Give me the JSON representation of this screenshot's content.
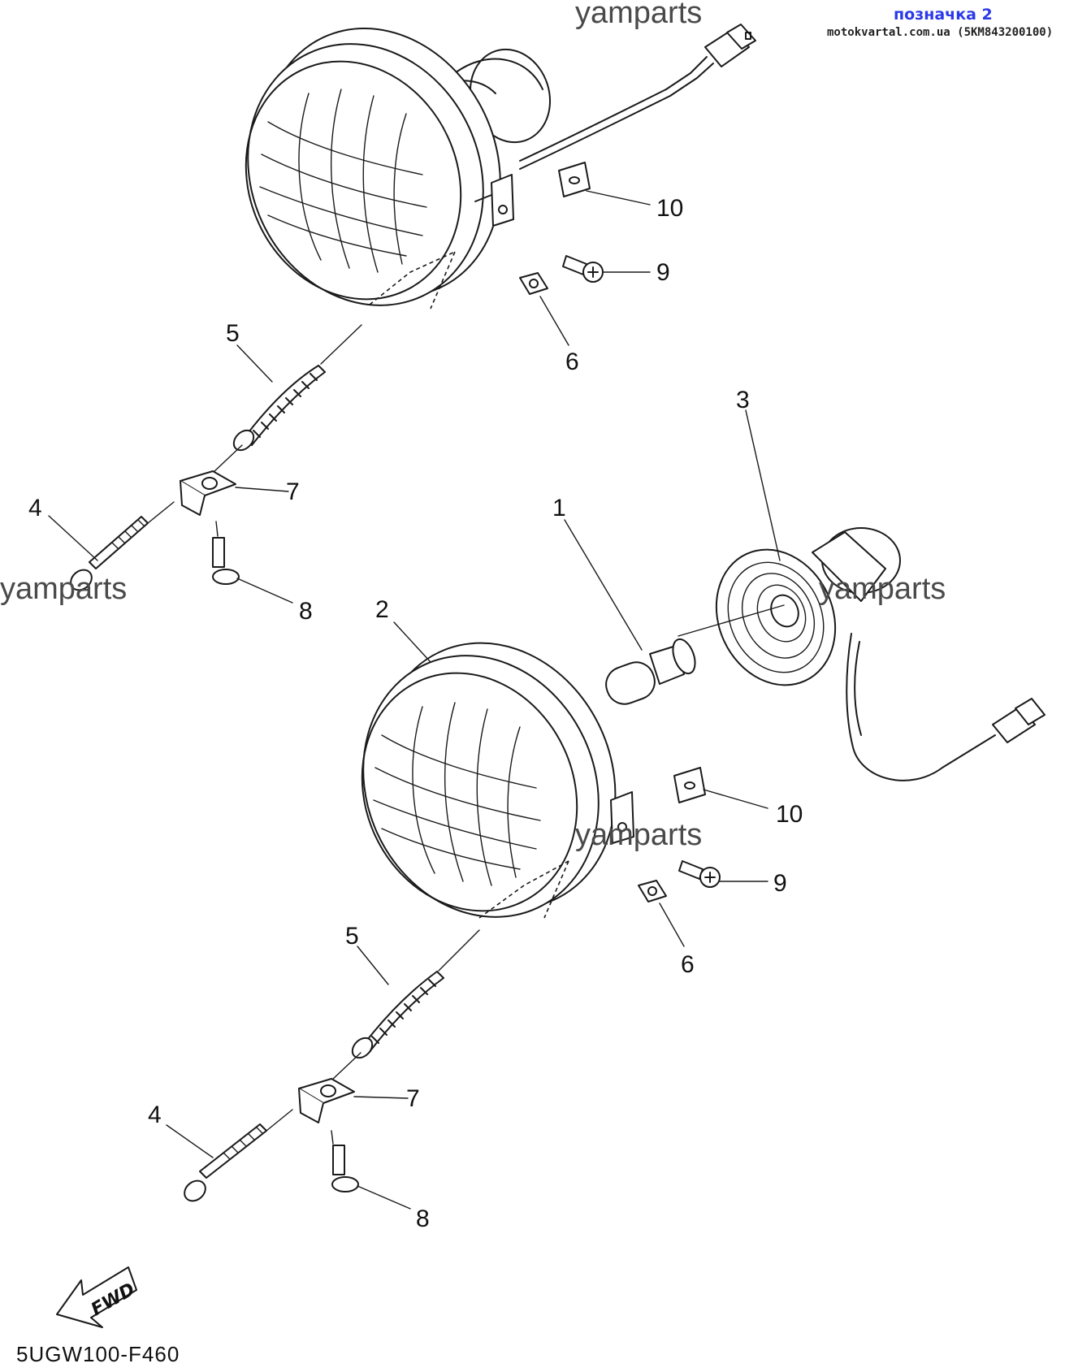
{
  "watermark": "yamparts",
  "stamp": {
    "title": "позначка 2",
    "subtitle": "motokvartal.com.ua (5KM843200100)"
  },
  "diagram_code": "5UGW100-F460",
  "fwd_label": "FWD",
  "callouts": {
    "c1": "1",
    "c2": "2",
    "c3": "3",
    "c4a": "4",
    "c4b": "4",
    "c5a": "5",
    "c5b": "5",
    "c6a": "6",
    "c6b": "6",
    "c7a": "7",
    "c7b": "7",
    "c8a": "8",
    "c8b": "8",
    "c9a": "9",
    "c9b": "9",
    "c10a": "10",
    "c10b": "10"
  },
  "icons": [
    "fwd-arrow-icon"
  ]
}
